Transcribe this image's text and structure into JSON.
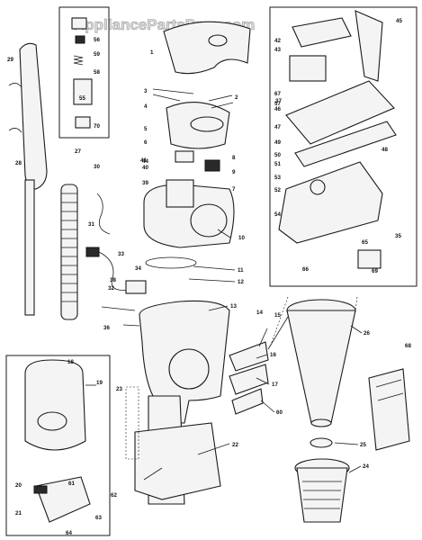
{
  "watermark": "AppliancePartsPros.com",
  "part_labels": [
    "1",
    "2",
    "3",
    "4",
    "5",
    "6",
    "7",
    "8",
    "9",
    "10",
    "11",
    "12",
    "13",
    "14",
    "15",
    "16",
    "17",
    "18",
    "19",
    "20",
    "21",
    "22",
    "23",
    "24",
    "25",
    "26",
    "27",
    "28",
    "29",
    "30",
    "31",
    "32",
    "33",
    "34",
    "35",
    "36",
    "37",
    "38",
    "39",
    "40",
    "41",
    "42",
    "43",
    "44",
    "45",
    "46",
    "47",
    "48",
    "49",
    "50",
    "51",
    "52",
    "53",
    "54",
    "55",
    "56",
    "57",
    "58",
    "59",
    "60",
    "61",
    "62",
    "63",
    "64",
    "65",
    "66",
    "67",
    "68",
    "69",
    "70"
  ],
  "callouts": [
    {
      "text": "1"
    },
    {
      "text": "3"
    },
    {
      "text": "2"
    },
    {
      "text": "4"
    },
    {
      "text": "5"
    },
    {
      "text": "6"
    },
    {
      "text": "44"
    },
    {
      "text": "40"
    },
    {
      "text": "39"
    },
    {
      "text": "9"
    },
    {
      "text": "8"
    },
    {
      "text": "7"
    },
    {
      "text": "10"
    },
    {
      "text": "11"
    },
    {
      "text": "12"
    },
    {
      "text": "13"
    },
    {
      "text": "14"
    },
    {
      "text": "15"
    },
    {
      "text": "16"
    },
    {
      "text": "17"
    },
    {
      "text": "60"
    },
    {
      "text": "19"
    },
    {
      "text": "20"
    },
    {
      "text": "21"
    },
    {
      "text": "22"
    },
    {
      "text": "23"
    },
    {
      "text": "24"
    },
    {
      "text": "25"
    },
    {
      "text": "26"
    },
    {
      "text": "27"
    },
    {
      "text": "28"
    },
    {
      "text": "29"
    },
    {
      "text": "30"
    },
    {
      "text": "31"
    },
    {
      "text": "32"
    },
    {
      "text": "33"
    },
    {
      "text": "34"
    },
    {
      "text": "35"
    },
    {
      "text": "36"
    },
    {
      "text": "37"
    },
    {
      "text": "38"
    },
    {
      "text": "41"
    },
    {
      "text": "42"
    },
    {
      "text": "43"
    },
    {
      "text": "45"
    },
    {
      "text": "46"
    },
    {
      "text": "47"
    },
    {
      "text": "48"
    },
    {
      "text": "49"
    },
    {
      "text": "50"
    },
    {
      "text": "51"
    },
    {
      "text": "52"
    },
    {
      "text": "53"
    },
    {
      "text": "54"
    },
    {
      "text": "55"
    },
    {
      "text": "56"
    },
    {
      "text": "57"
    },
    {
      "text": "58"
    },
    {
      "text": "59"
    },
    {
      "text": "61"
    },
    {
      "text": "62"
    },
    {
      "text": "63"
    },
    {
      "text": "64"
    },
    {
      "text": "65"
    },
    {
      "text": "66"
    },
    {
      "text": "67"
    },
    {
      "text": "68"
    },
    {
      "text": "69"
    },
    {
      "text": "70"
    },
    {
      "text": "18"
    }
  ]
}
